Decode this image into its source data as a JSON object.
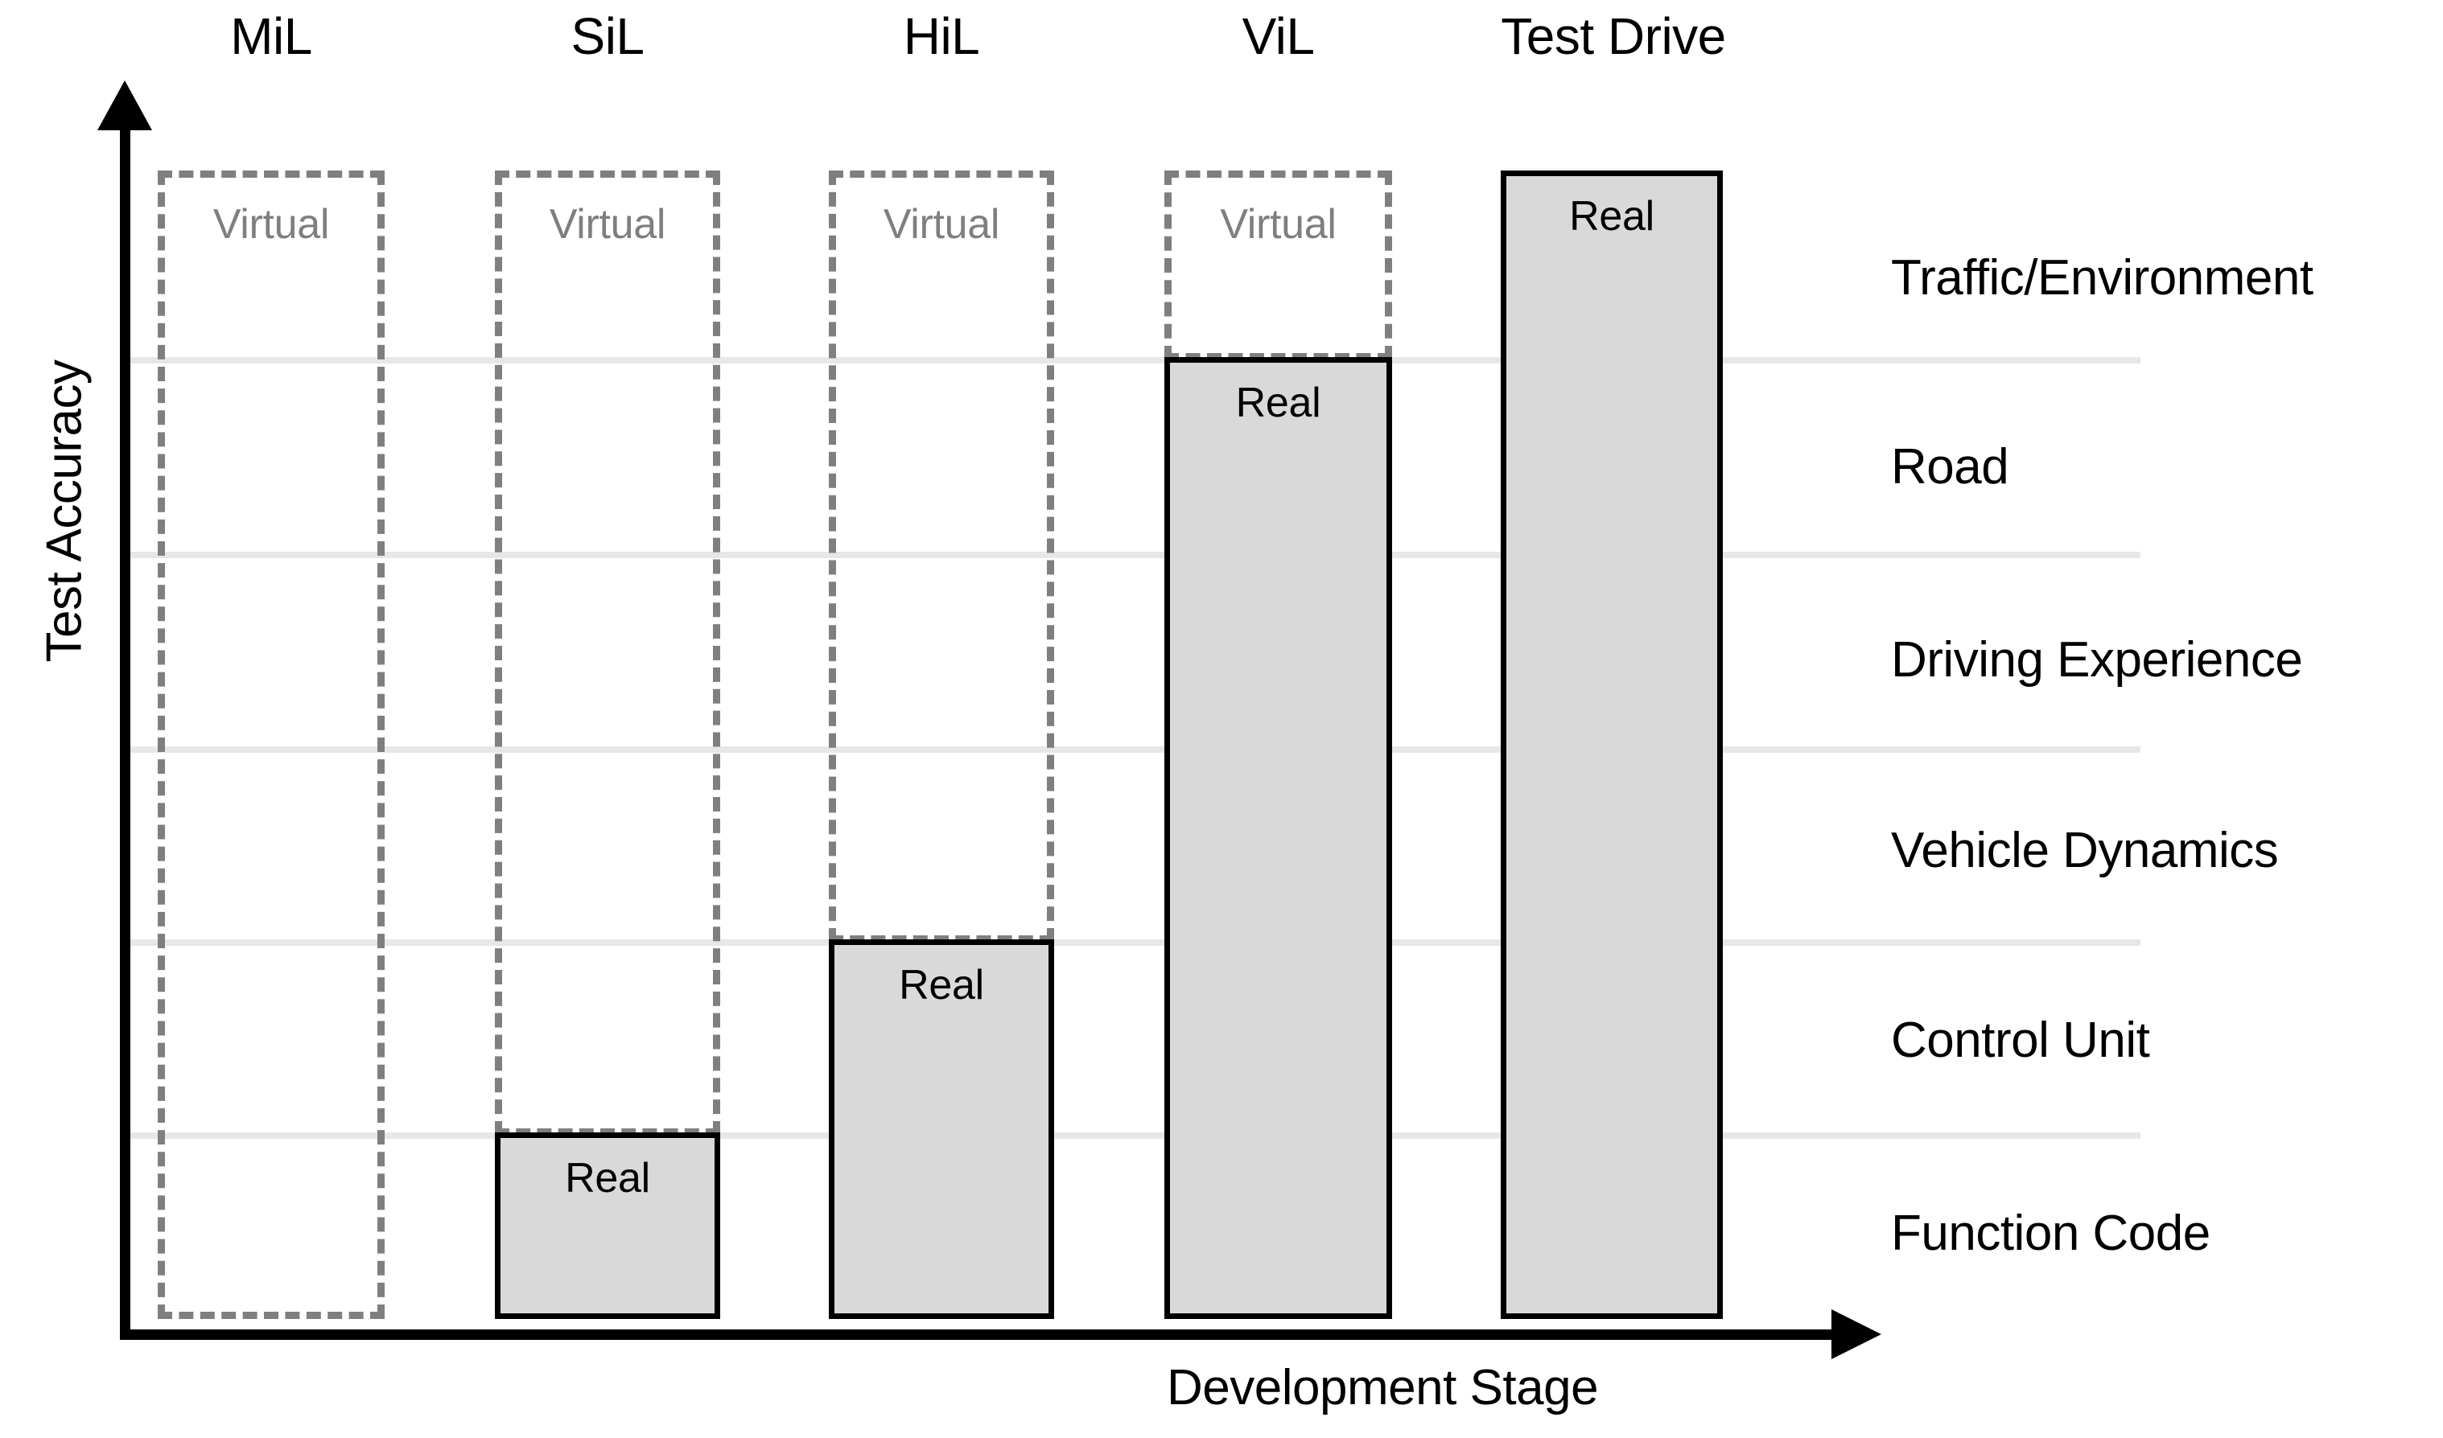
{
  "figure": {
    "y_axis_title": "Test Accuracy",
    "x_axis_title": "Development Stage"
  },
  "chart_data": {
    "type": "bar",
    "title": "",
    "xlabel": "Development Stage",
    "ylabel": "Test Accuracy",
    "grid": true,
    "legend": "none",
    "categories": [
      "MiL",
      "SiL",
      "HiL",
      "ViL",
      "Test Drive"
    ],
    "series": [
      {
        "name": "Real",
        "label": "Real",
        "fill": "#D9D9D9",
        "stroke": "#000000",
        "values": [
          0,
          1,
          2,
          5,
          6
        ],
        "note": "number of real (non-simulated) components, counted from the bottom of the component stack"
      },
      {
        "name": "Virtual",
        "label": "Virtual",
        "stroke": "#7F7F7F",
        "style": "dashed",
        "values": [
          6,
          5,
          4,
          1,
          0
        ],
        "note": "number of virtual (simulated) components, the dashed region above each real bar"
      }
    ],
    "ylim": [
      0,
      6
    ],
    "ytick_labels": [],
    "component_axis": [
      "Function Code",
      "Control Unit",
      "Vehicle Dynamics",
      "Driving Experience",
      "Road",
      "Traffic/Environment"
    ],
    "annotations": [
      {
        "category": "MiL",
        "real": null,
        "virtual": "Virtual"
      },
      {
        "category": "SiL",
        "real": "Real",
        "virtual": "Virtual"
      },
      {
        "category": "HiL",
        "real": "Real",
        "virtual": "Virtual"
      },
      {
        "category": "ViL",
        "real": "Real",
        "virtual": "Virtual"
      },
      {
        "category": "Test Drive",
        "real": "Real",
        "virtual": null
      }
    ]
  },
  "stages": [
    {
      "id": "mil",
      "header": "MiL",
      "virtual_label": "Virtual",
      "real_label": "",
      "has_real": false
    },
    {
      "id": "sil",
      "header": "SiL",
      "virtual_label": "Virtual",
      "real_label": "Real",
      "has_real": true
    },
    {
      "id": "hil",
      "header": "HiL",
      "virtual_label": "Virtual",
      "real_label": "Real",
      "has_real": true
    },
    {
      "id": "vil",
      "header": "ViL",
      "virtual_label": "Virtual",
      "real_label": "Real",
      "has_real": true
    },
    {
      "id": "test-drive",
      "header": "Test Drive",
      "virtual_label": "",
      "real_label": "Real",
      "has_real": true
    }
  ],
  "component_labels": [
    "Traffic/Environment",
    "Road",
    "Driving Experience",
    "Vehicle Dynamics",
    "Control Unit",
    "Function Code"
  ],
  "colors": {
    "real_fill": "#D9D9D9",
    "real_stroke": "#000000",
    "virtual_stroke": "#7F7F7F",
    "gridline": "#E7E7E7",
    "axis": "#000000",
    "background": "#FFFFFF"
  }
}
